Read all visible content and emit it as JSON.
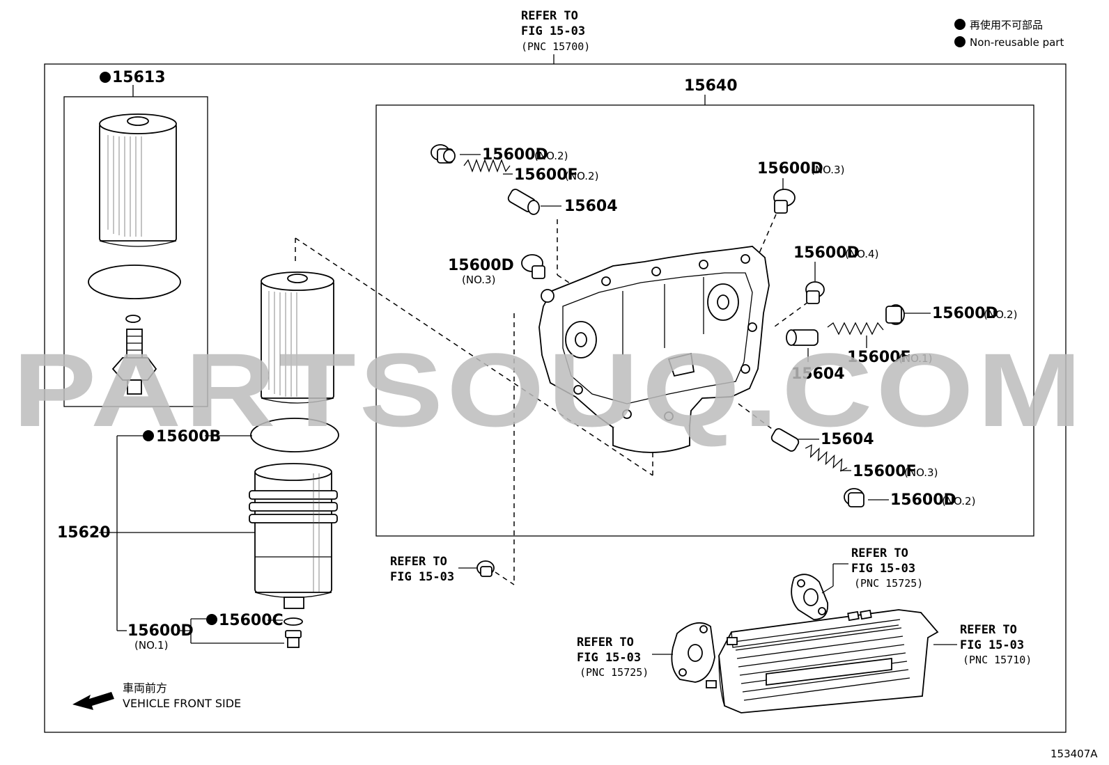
{
  "legend": {
    "jp": "再使用不可部品",
    "en": "Non-reusable part"
  },
  "watermark": "PARTSOUQ.COM",
  "figure_id": "153407A",
  "front_side": {
    "jp": "車両前方",
    "en": "VEHICLE FRONT SIDE"
  },
  "refs": {
    "top": {
      "line1": "REFER TO",
      "line2": "FIG 15-03",
      "line3": "(PNC 15700)"
    },
    "mid": {
      "line1": "REFER TO",
      "line2": "FIG 15-03"
    },
    "gasket_upper": {
      "line1": "REFER TO",
      "line2": "FIG 15-03",
      "line3": "(PNC 15725)"
    },
    "gasket_left": {
      "line1": "REFER TO",
      "line2": "FIG 15-03",
      "line3": "(PNC 15725)"
    },
    "cooler": {
      "line1": "REFER TO",
      "line2": "FIG 15-03",
      "line3": "(PNC 15710)"
    }
  },
  "callouts": {
    "p15613": "15613",
    "p15640": "15640",
    "p15600B": "15600B",
    "p15620": "15620",
    "p15600C": "15600C",
    "p15600D_no1": {
      "pn": "15600D",
      "note": "(NO.1)"
    },
    "p15600D_no2_a": {
      "pn": "15600D",
      "note": "(NO.2)"
    },
    "p15600F_no2": {
      "pn": "15600F",
      "note": "(NO.2)"
    },
    "p15604_a": "15604",
    "p15600D_no3_a": {
      "pn": "15600D",
      "note": "(NO.3)"
    },
    "p15600D_no3_b": {
      "pn": "15600D",
      "note": "(NO.3)"
    },
    "p15600D_no4": {
      "pn": "15600D",
      "note": "(NO.4)"
    },
    "p15600D_no2_b": {
      "pn": "15600D",
      "note": "(NO.2)"
    },
    "p15600F_no1": {
      "pn": "15600F",
      "note": "(NO.1)"
    },
    "p15604_b": "15604",
    "p15604_c": "15604",
    "p15600F_no3": {
      "pn": "15600F",
      "note": "(NO.3)"
    },
    "p15600D_no2_c": {
      "pn": "15600D",
      "note": "(NO.2)"
    }
  },
  "colors": {
    "ink": "#000000",
    "watermark": "#bdbdbd",
    "background": "#ffffff"
  }
}
